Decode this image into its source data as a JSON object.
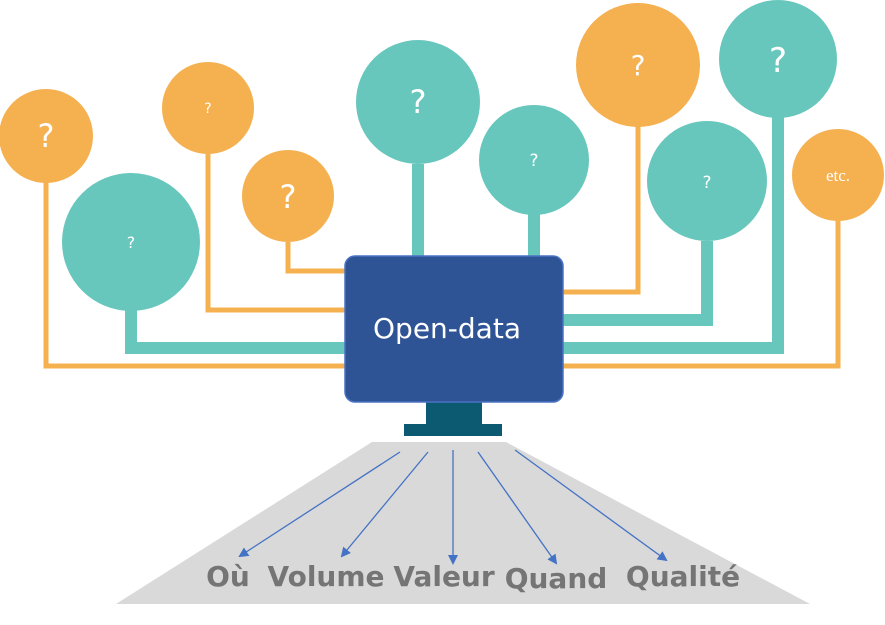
{
  "colors": {
    "orange": "#F5B050",
    "teal": "#68C7BD",
    "center_fill": "#2F5496",
    "center_stroke": "#4A72C4",
    "stand": "#0B5A72",
    "platform": "#D9D9D9",
    "arrow": "#4472C4",
    "label": "#757575"
  },
  "center": {
    "label": "Open-data"
  },
  "bubbles": [
    {
      "id": "b1",
      "label": "?",
      "color": "orange"
    },
    {
      "id": "b2",
      "label": "?",
      "color": "teal"
    },
    {
      "id": "b3",
      "label": "?",
      "color": "orange"
    },
    {
      "id": "b4",
      "label": "?",
      "color": "orange"
    },
    {
      "id": "b5",
      "label": "?",
      "color": "teal"
    },
    {
      "id": "b6",
      "label": "?",
      "color": "teal"
    },
    {
      "id": "b7",
      "label": "?",
      "color": "orange"
    },
    {
      "id": "b8",
      "label": "?",
      "color": "teal"
    },
    {
      "id": "b9",
      "label": "?",
      "color": "teal"
    },
    {
      "id": "b10",
      "label": "etc.",
      "color": "orange"
    }
  ],
  "dimensions": [
    "Où",
    "Volume",
    "Valeur",
    "Quand",
    "Qualité"
  ]
}
